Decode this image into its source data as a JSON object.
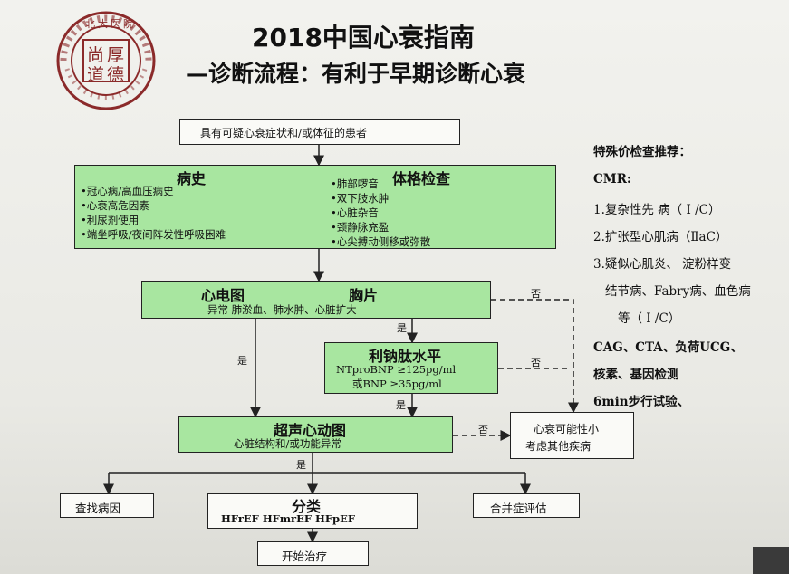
{
  "title": "2018中国心衰指南",
  "subtitle": "—诊断流程：有利于早期诊断心衰",
  "logo": {
    "chars": [
      "尚",
      "厚",
      "道",
      "德"
    ],
    "arc_text": "北大医院"
  },
  "nodes": {
    "start": "具有可疑心衰症状和/或体征的患者",
    "history": {
      "title": "病史",
      "items": [
        "冠心病/高血压病史",
        "心衰高危因素",
        "利尿剂使用",
        "端坐呼吸/夜间阵发性呼吸困难"
      ]
    },
    "exam": {
      "title": "体格检查",
      "items": [
        "肺部啰音",
        "双下肢水肿",
        "心脏杂音",
        "颈静脉充盈",
        "心尖搏动侧移或弥散"
      ]
    },
    "ecg": {
      "title1": "心电图",
      "title2": "胸片",
      "detail": "异常        肺淤血、肺水肿、心脏扩大"
    },
    "bnp": {
      "title": "利钠肽水平",
      "line1": "NTproBNP ≥125pg/ml",
      "line2": "或BNP ≥35pg/ml"
    },
    "echo": {
      "title": "超声心动图",
      "detail": "心脏结构和/或功能异常"
    },
    "unlikely": {
      "line1": "心衰可能性小",
      "line2": "考虑其他疾病"
    },
    "cause": "查找病因",
    "classify": {
      "title": "分类",
      "types": "HFrEF   HFmrEF   HFpEF"
    },
    "comorbid": "合并症评估",
    "treat": "开始治疗"
  },
  "labels": {
    "yes": "是",
    "no": "否"
  },
  "side_panel": {
    "heading": "特殊价检查推荐：",
    "cmr": "CMR:",
    "items": [
      "1.复杂性先 病（ I /C）",
      "2.扩张型心肌病（ⅡaC）",
      "3.疑似心肌炎、 淀粉样变",
      "结节病、Fabry病、血色病",
      "等（ I /C）"
    ],
    "tests": [
      "CAG、CTA、负荷UCG、",
      "核素、基因检测",
      "6min步行试验、"
    ]
  },
  "colors": {
    "box_fill": "#a8e6a0",
    "line": "#222222",
    "logo": "#8b2a2a"
  }
}
